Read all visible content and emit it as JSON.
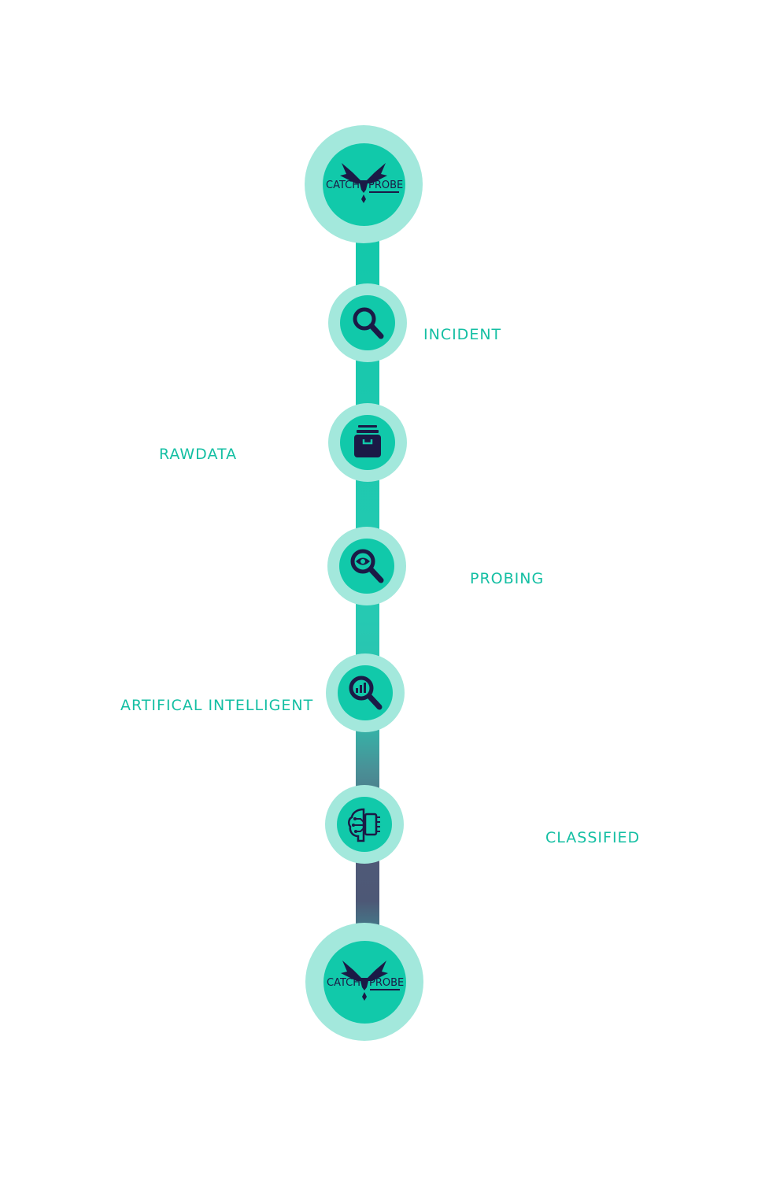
{
  "colors": {
    "teal": "#11c9aa",
    "teal_light": "#a3e8dc",
    "navy": "#1b1a46",
    "label": "#14bfa3"
  },
  "logo": {
    "word_left": "CATCH",
    "word_right": "PROBE",
    "icon": "winged-emblem-icon"
  },
  "steps": [
    {
      "label": "INCIDENT",
      "icon": "search-icon"
    },
    {
      "label": "RAWDATA",
      "icon": "archive-box-icon"
    },
    {
      "label": "PROBING",
      "icon": "eye-search-icon"
    },
    {
      "label": "ARTIFICAL INTELLIGENT",
      "icon": "analytics-search-icon"
    },
    {
      "label": "CLASSIFIED",
      "icon": "ai-brain-chip-icon"
    }
  ]
}
